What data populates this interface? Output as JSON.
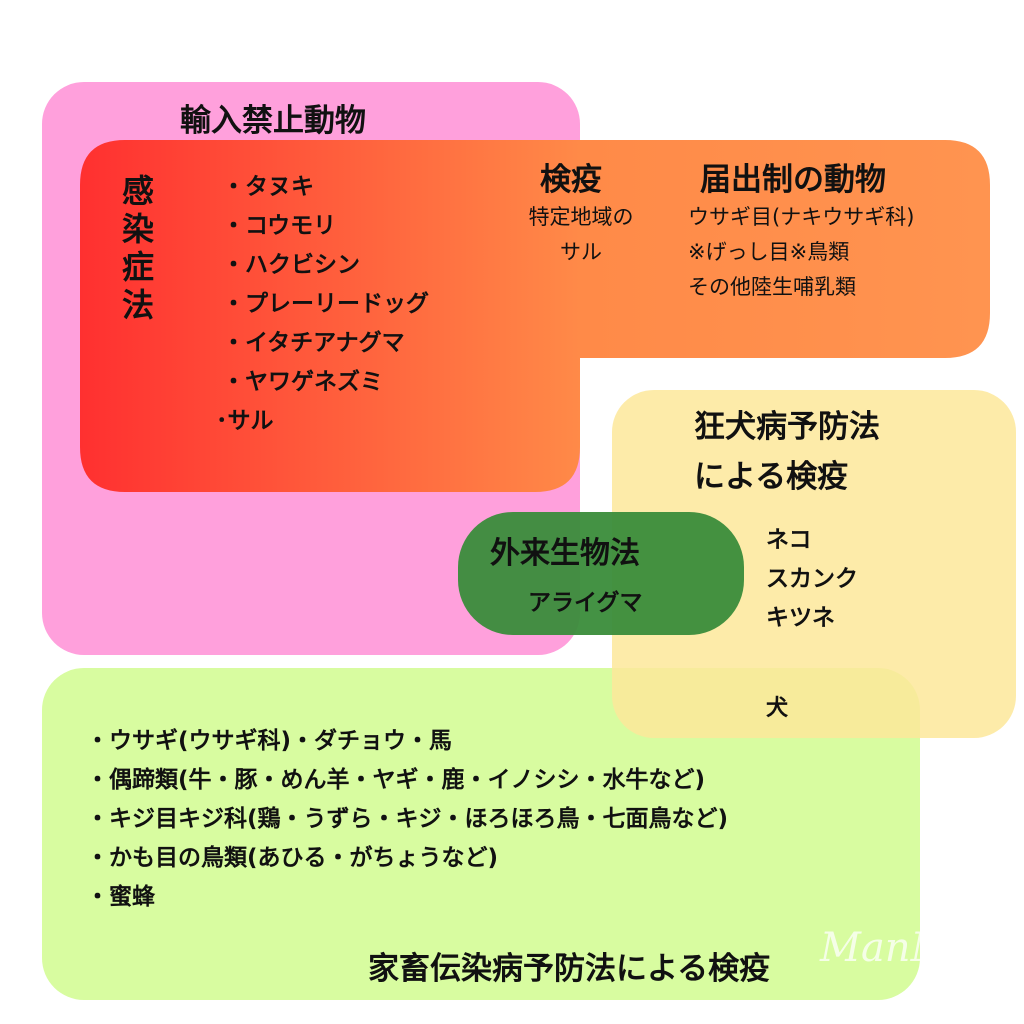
{
  "colors": {
    "import_ban": "#ffa0dc",
    "infection_start": "#ff3030",
    "infection_end": "#ff9450",
    "rabies": "#fde79a",
    "invasive": "#3a8c3a",
    "livestock": "#d8fca0"
  },
  "import_ban": {
    "title": "輸入禁止動物"
  },
  "infection_law": {
    "title": "感染症法",
    "items": [
      "・タヌキ",
      "・コウモリ",
      "・ハクビシン",
      "・プレーリードッグ",
      "・イタチアナグマ",
      "・ヤワゲネズミ",
      "･サル"
    ]
  },
  "quarantine": {
    "title": "検疫",
    "lines": [
      "特定地域の",
      "サル"
    ]
  },
  "notification": {
    "title": "届出制の動物",
    "lines": [
      "ウサギ目(ナキウサギ科)",
      "※げっし目※鳥類",
      "その他陸生哺乳類"
    ]
  },
  "rabies": {
    "title_lines": [
      "狂犬病予防法",
      "による検疫"
    ],
    "items": [
      "ネコ",
      "スカンク",
      "キツネ"
    ],
    "overlap_item": "犬"
  },
  "invasive": {
    "title": "外来生物法",
    "item": "アライグマ"
  },
  "livestock": {
    "title": "家畜伝染病予防法による検疫",
    "items": [
      "・ウサギ(ウサギ科)・ダチョウ・馬",
      "・偶蹄類(牛・豚・めん羊・ヤギ・鹿・イノシシ・水牛など)",
      "・キジ目キジ科(鶏・うずら・キジ・ほろほろ鳥・七面鳥など)",
      "・かも目の鳥類(あひる・がちょうなど)",
      "・蜜蜂"
    ]
  },
  "watermark": "ManM"
}
